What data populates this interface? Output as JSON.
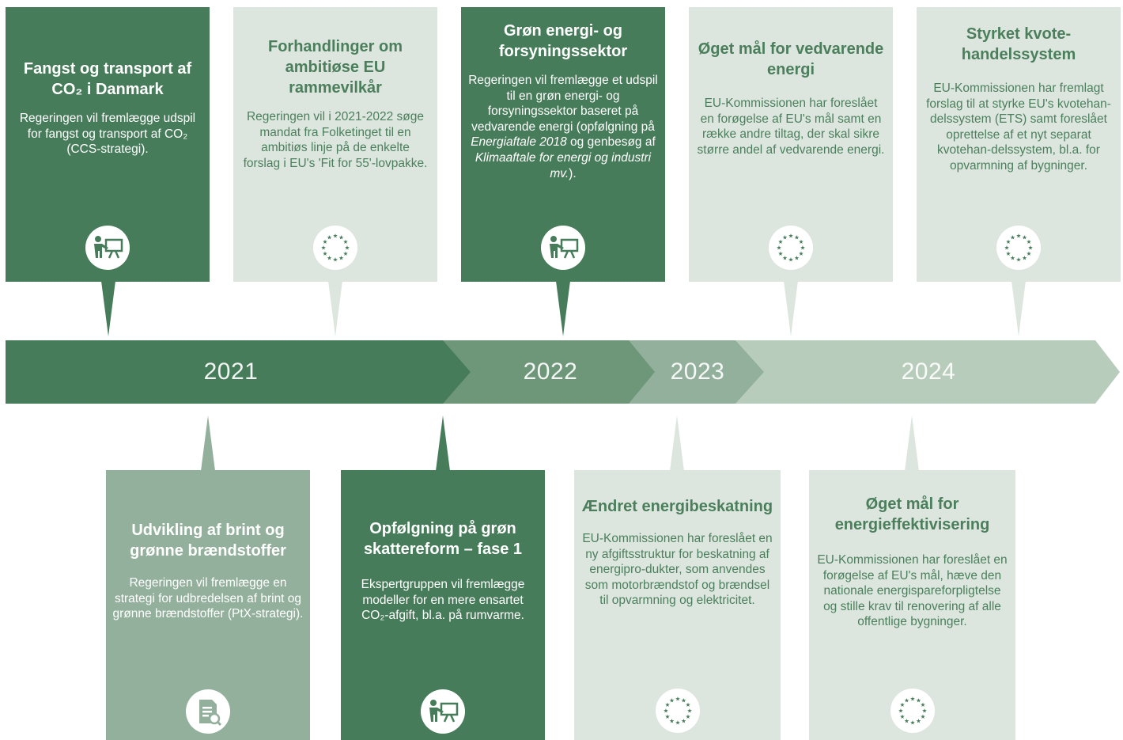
{
  "colors": {
    "dark": "#477c5a",
    "light": "#dce6de",
    "mid": "#93b09c",
    "text_green": "#4b7f5c"
  },
  "timeline": {
    "years": [
      "2021",
      "2022",
      "2023",
      "2024"
    ]
  },
  "top_cards": [
    {
      "title": "Fangst og transport af CO₂ i Danmark",
      "body": "Regeringen vil fremlægge udspil for fangst og transport af CO₂ (CCS-strategi).",
      "icon": "presenter-icon"
    },
    {
      "title": "Forhandlinger om ambitiøse EU rammevilkår",
      "body": "Regeringen vil i 2021-2022 søge mandat fra Folketinget til en ambitiøs linje på de enkelte forslag i EU's 'Fit for 55'-lovpakke.",
      "icon": "eu-stars-icon"
    },
    {
      "title": "Grøn energi- og forsyningssektor",
      "body_pre": "Regeringen vil fremlægge et udspil til en grøn energi- og forsyningssektor baseret på vedvarende energi (opfølgning på",
      "body_em1": "Energiaftale 2018",
      "body_mid": "og genbesøg af",
      "body_em2": "Klimaaftale for energi og industri mv.",
      "body_post": ").",
      "icon": "presenter-icon"
    },
    {
      "title": "Øget mål for vedvarende energi",
      "body": "EU-Kommissionen har foreslået en forøgelse af EU's mål samt en række andre tiltag, der skal sikre større andel af vedvarende energi.",
      "icon": "eu-stars-icon"
    },
    {
      "title": "Styrket kvote-handelssystem",
      "body": "EU-Kommissionen har fremlagt forslag til at styrke EU's kvotehan-delssystem (ETS) samt foreslået oprettelse af et nyt separat kvotehan-delssystem, bl.a. for opvarmning af bygninger.",
      "icon": "eu-stars-icon"
    }
  ],
  "bottom_cards": [
    {
      "title": "Udvikling af brint og grønne brændstoffer",
      "body": "Regeringen vil fremlægge en strategi for udbredelsen af brint og grønne brændstoffer (PtX-strategi).",
      "icon": "document-search-icon"
    },
    {
      "title": "Opfølgning på grøn skattereform – fase 1",
      "body": "Ekspertgruppen vil fremlægge modeller for en mere ensartet CO₂-afgift, bl.a. på rumvarme.",
      "icon": "presenter-icon"
    },
    {
      "title": "Ændret energibeskatning",
      "body": "EU-Kommissionen har foreslået en ny afgiftsstruktur for beskatning af energipro-dukter, som anvendes som motorbrændstof og brændsel til opvarmning og elektricitet.",
      "icon": "eu-stars-icon"
    },
    {
      "title": "Øget mål for energieffektivisering",
      "body": "EU-Kommissionen har foreslået en forøgelse af EU's mål, hæve den nationale energispareforpligtelse og stille krav til renovering af alle offentlige bygninger.",
      "icon": "eu-stars-icon"
    }
  ]
}
